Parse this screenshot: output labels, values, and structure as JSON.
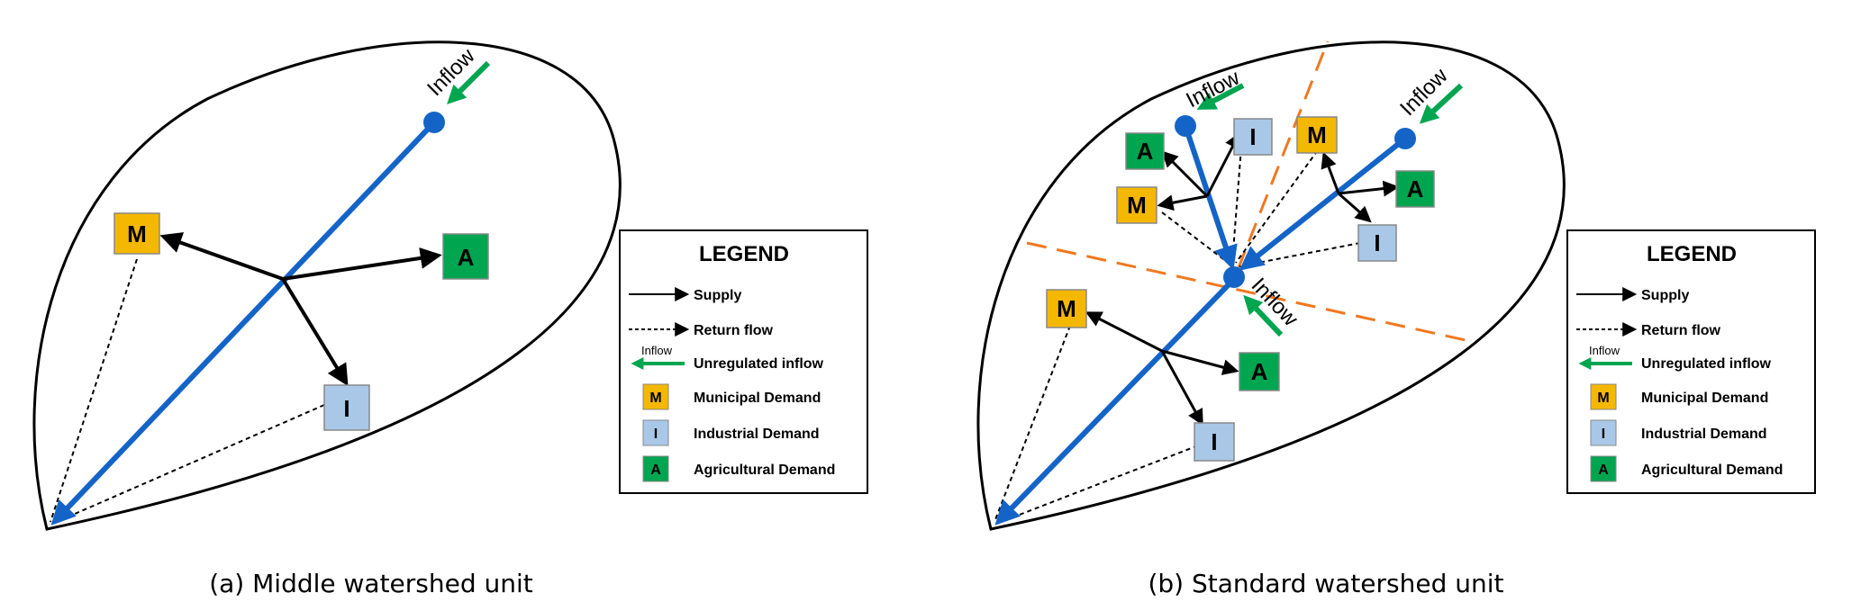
{
  "panels": [
    {
      "caption": "(a) Middle watershed unit"
    },
    {
      "caption": "(b) Standard watershed unit"
    }
  ],
  "labels": {
    "inflow": "Inflow",
    "municipal_letter": "M",
    "industrial_letter": "I",
    "agricultural_letter": "A"
  },
  "legend": {
    "title": "LEGEND",
    "items": [
      {
        "label": "Supply",
        "symbol": "supply-arrow"
      },
      {
        "label": "Return flow",
        "symbol": "return-flow-arrow"
      },
      {
        "label": "Unregulated inflow",
        "symbol": "inflow-arrow",
        "symbol_text": "Inflow"
      },
      {
        "label": "Municipal Demand",
        "symbol": "M"
      },
      {
        "label": "Industrial Demand",
        "symbol": "I"
      },
      {
        "label": "Agricultural Demand",
        "symbol": "A"
      }
    ]
  },
  "colors": {
    "river": "#1464c8",
    "inflow_arrow": "#00a550",
    "municipal": "#f5b800",
    "industrial": "#a9c8e8",
    "agricultural": "#00a550",
    "divide": "#f07820",
    "outline": "#000000"
  }
}
